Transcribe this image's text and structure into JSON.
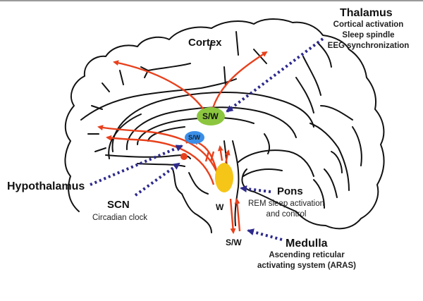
{
  "title": "Brain regions involved in sleep/wake regulation",
  "colors": {
    "outline": "#111111",
    "pathway_arrow": "#e8401c",
    "dotted_pointer": "#2e2a8c",
    "thalamus_node": "#8cc63f",
    "hypothalamus_node": "#3b8ee8",
    "scn_node": "#e8401c",
    "pons_node": "#f5c518"
  },
  "labels": {
    "cortex": "Cortex",
    "thalamus": {
      "name": "Thalamus",
      "functions": [
        "Cortical activation",
        "Sleep spindle",
        "EEG synchronization"
      ]
    },
    "hypothalamus": {
      "name": "Hypothalamus"
    },
    "scn": {
      "name": "SCN",
      "function": "Circadian clock"
    },
    "pons": {
      "name": "Pons",
      "functions": [
        "REM sleep activation",
        "and control"
      ]
    },
    "medulla": {
      "name": "Medulla",
      "functions": [
        "Ascending reticular",
        "activating system (ARAS)"
      ]
    }
  },
  "nodes": {
    "thalamus_node": "S/W",
    "hypothalamus_node": "S/W",
    "brainstem_w": "W",
    "brainstem_sw": "S/W"
  }
}
